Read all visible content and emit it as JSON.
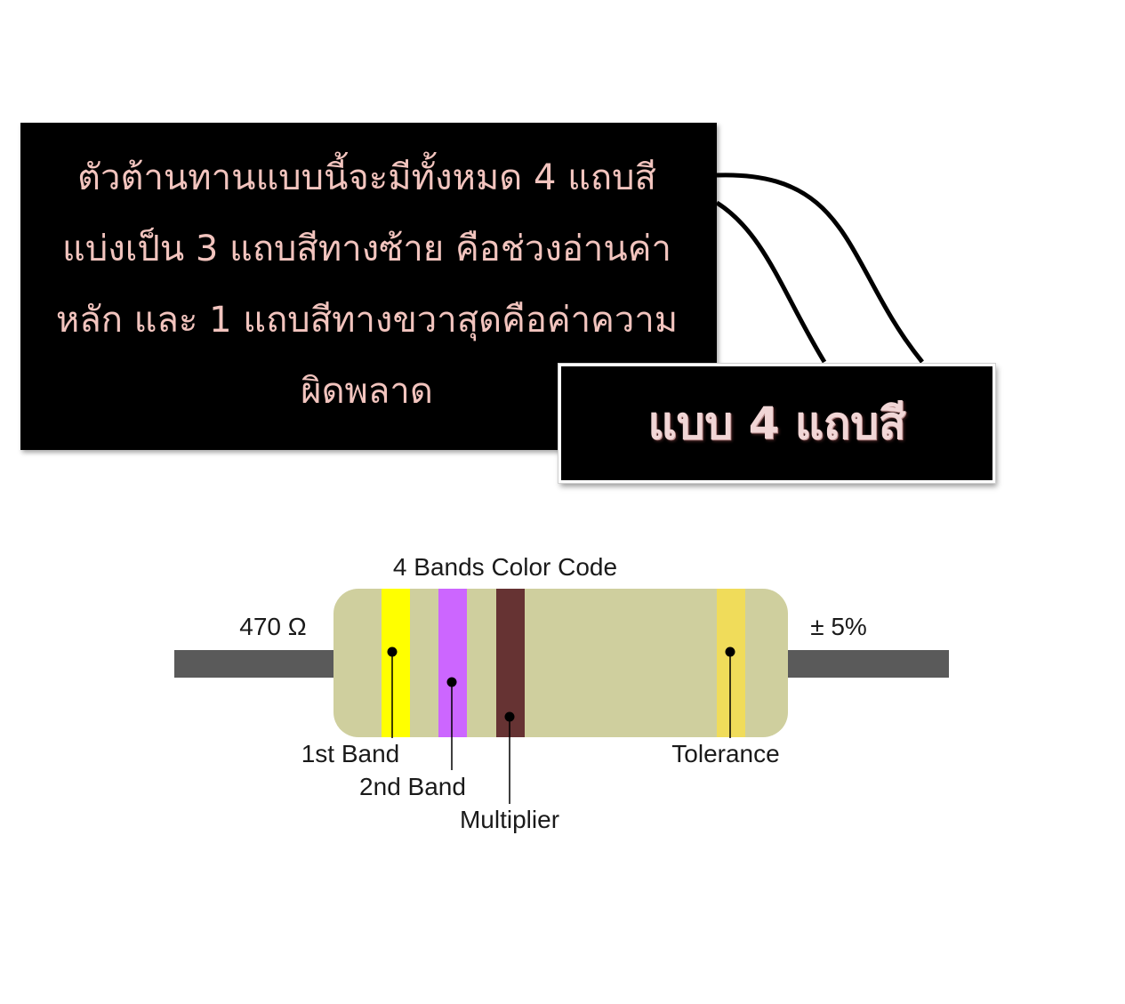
{
  "description": {
    "lines": [
      "ตัวต้านทานแบบนี้จะมีทั้งหมด 4 แถบสี",
      "แบ่งเป็น 3 แถบสีทางซ้าย คือช่วงอ่านค่า",
      "หลัก และ 1 แถบสีทางขวาสุดคือค่าความ",
      "ผิดพลาด"
    ]
  },
  "title_box": {
    "label": "แบบ 4 แถบสี"
  },
  "diagram": {
    "heading": "4 Bands Color Code",
    "resistance_label": "470 Ω",
    "tolerance_value": "± 5%",
    "band_labels": {
      "first": "1st Band",
      "second": "2nd Band",
      "multiplier": "Multiplier",
      "tolerance": "Tolerance"
    },
    "colors": {
      "body": "#cfcf9e",
      "lead": "#5a5a5a",
      "band_1": "#ffff00",
      "band_2": "#cc66ff",
      "band_3": "#663333",
      "band_4": "#f0dc5a"
    }
  }
}
